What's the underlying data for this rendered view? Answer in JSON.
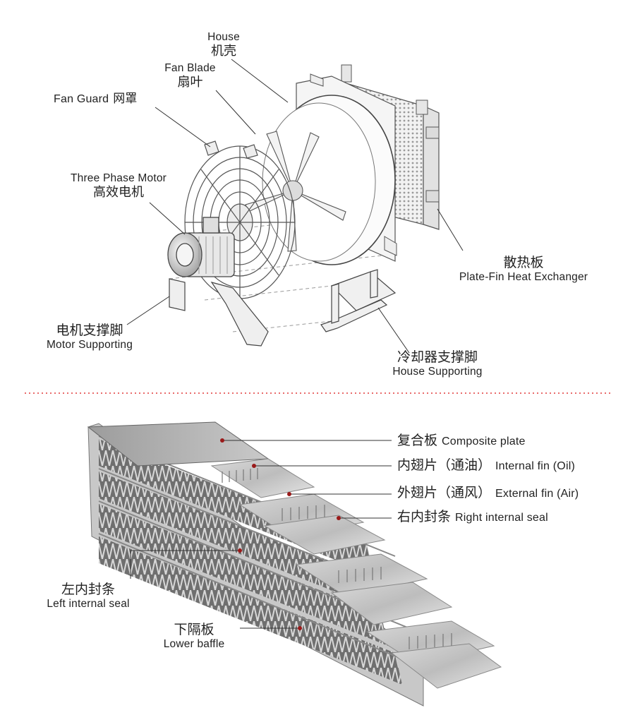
{
  "colors": {
    "leader": "#333333",
    "divider": "#e23a3a",
    "marker": "#9a1a1a"
  },
  "fan_labels": {
    "house": {
      "en": "House",
      "cn": "机壳"
    },
    "fan_blade": {
      "en": "Fan Blade",
      "cn": "扇叶"
    },
    "fan_guard": {
      "en": "Fan Guard",
      "cn": "网罩"
    },
    "motor": {
      "en": "Three Phase Motor",
      "cn": "高效电机"
    },
    "heat_exchanger": {
      "cn": "散热板",
      "en": "Plate-Fin Heat Exchanger"
    },
    "motor_support": {
      "cn": "电机支撑脚",
      "en": "Motor Supporting"
    },
    "house_support": {
      "cn": "冷却器支撑脚",
      "en": "House Supporting"
    }
  },
  "core_labels": {
    "composite_plate": {
      "cn": "复合板",
      "en": "Composite plate"
    },
    "internal_fin": {
      "cn": "内翅片（通油）",
      "en": "Internal fin (Oil)"
    },
    "external_fin": {
      "cn": "外翅片（通风）",
      "en": "External fin (Air)"
    },
    "right_seal": {
      "cn": "右内封条",
      "en": "Right internal seal"
    },
    "left_seal": {
      "cn": "左内封条",
      "en": "Left internal seal"
    },
    "lower_baffle": {
      "cn": "下隔板",
      "en": "Lower baffle"
    }
  }
}
